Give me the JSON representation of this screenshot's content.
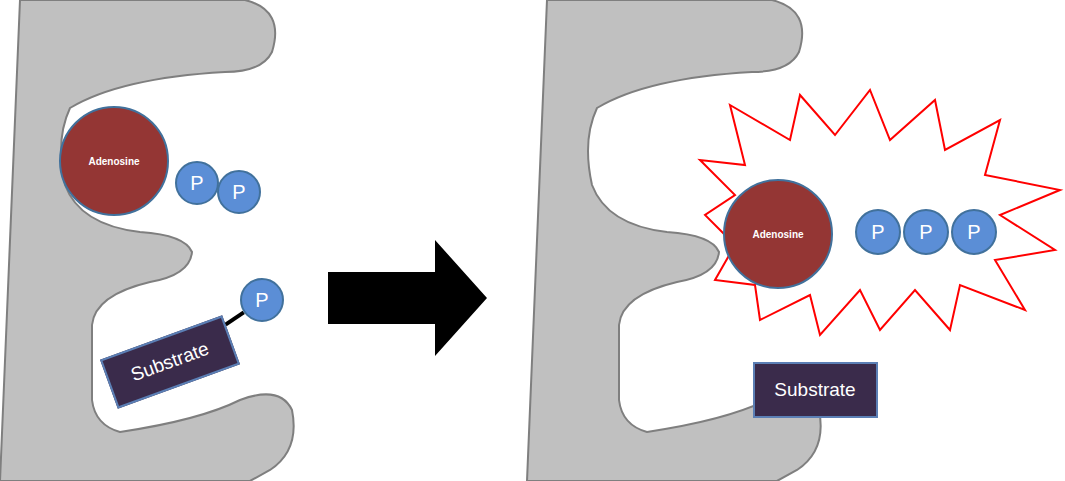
{
  "diagram": {
    "nodes": [
      {
        "text": [
          "Adenosine"
        ]
      },
      {
        "text": [
          "P"
        ]
      },
      {
        "text": [
          "P"
        ]
      },
      {
        "text": [
          "Substrate"
        ]
      },
      {
        "text": [
          "P"
        ]
      },
      {
        "text": [
          "Adenosine"
        ]
      },
      {
        "text": [
          "P"
        ]
      },
      {
        "text": [
          "P"
        ]
      },
      {
        "text": [
          "P"
        ]
      },
      {
        "text": [
          "Substrate"
        ]
      }
    ],
    "edges": [
      {
        "from": 3,
        "to": 4,
        "arrow": "none"
      }
    ]
  }
}
